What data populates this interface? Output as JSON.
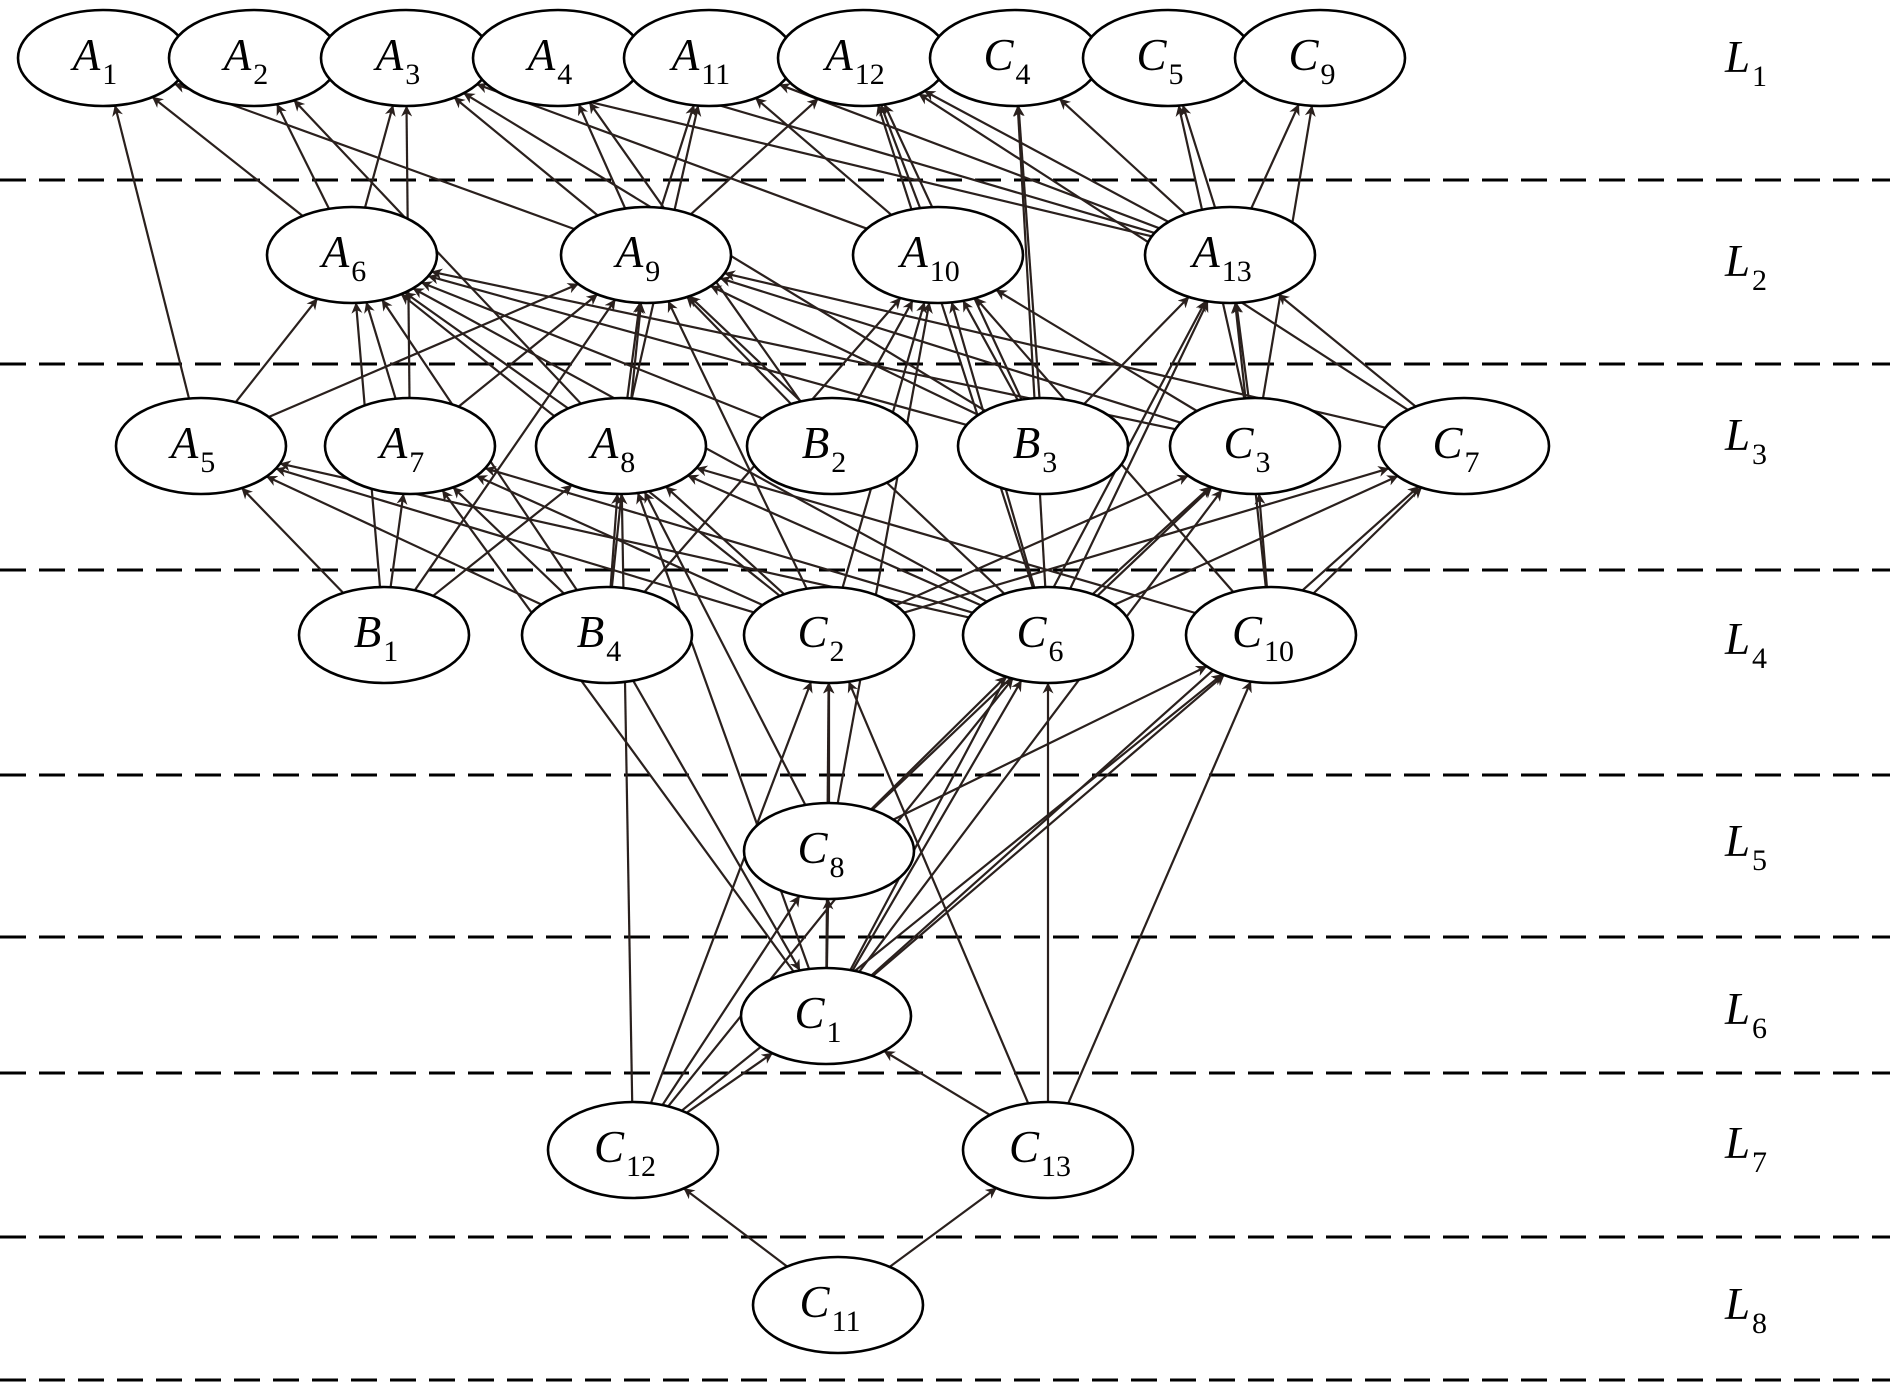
{
  "levels": [
    {
      "main": "L",
      "sub": "1"
    },
    {
      "main": "L",
      "sub": "2"
    },
    {
      "main": "L",
      "sub": "3"
    },
    {
      "main": "L",
      "sub": "4"
    },
    {
      "main": "L",
      "sub": "5"
    },
    {
      "main": "L",
      "sub": "6"
    },
    {
      "main": "L",
      "sub": "7"
    },
    {
      "main": "L",
      "sub": "8"
    }
  ],
  "nodes": [
    {
      "id": "A1",
      "main": "A",
      "sub": "1",
      "level": 1
    },
    {
      "id": "A2",
      "main": "A",
      "sub": "2",
      "level": 1
    },
    {
      "id": "A3",
      "main": "A",
      "sub": "3",
      "level": 1
    },
    {
      "id": "A4",
      "main": "A",
      "sub": "4",
      "level": 1
    },
    {
      "id": "A11",
      "main": "A",
      "sub": "11",
      "level": 1
    },
    {
      "id": "A12",
      "main": "A",
      "sub": "12",
      "level": 1
    },
    {
      "id": "C4",
      "main": "C",
      "sub": "4",
      "level": 1
    },
    {
      "id": "C5",
      "main": "C",
      "sub": "5",
      "level": 1
    },
    {
      "id": "C9",
      "main": "C",
      "sub": "9",
      "level": 1
    },
    {
      "id": "A6",
      "main": "A",
      "sub": "6",
      "level": 2
    },
    {
      "id": "A9",
      "main": "A",
      "sub": "9",
      "level": 2
    },
    {
      "id": "A10",
      "main": "A",
      "sub": "10",
      "level": 2
    },
    {
      "id": "A13",
      "main": "A",
      "sub": "13",
      "level": 2
    },
    {
      "id": "A5",
      "main": "A",
      "sub": "5",
      "level": 3
    },
    {
      "id": "A7",
      "main": "A",
      "sub": "7",
      "level": 3
    },
    {
      "id": "A8",
      "main": "A",
      "sub": "8",
      "level": 3
    },
    {
      "id": "B2",
      "main": "B",
      "sub": "2",
      "level": 3
    },
    {
      "id": "B3",
      "main": "B",
      "sub": "3",
      "level": 3
    },
    {
      "id": "C3",
      "main": "C",
      "sub": "3",
      "level": 3
    },
    {
      "id": "C7",
      "main": "C",
      "sub": "7",
      "level": 3
    },
    {
      "id": "B1",
      "main": "B",
      "sub": "1",
      "level": 4
    },
    {
      "id": "B4",
      "main": "B",
      "sub": "4",
      "level": 4
    },
    {
      "id": "C2",
      "main": "C",
      "sub": "2",
      "level": 4
    },
    {
      "id": "C6",
      "main": "C",
      "sub": "6",
      "level": 4
    },
    {
      "id": "C10",
      "main": "C",
      "sub": "10",
      "level": 4
    },
    {
      "id": "C8",
      "main": "C",
      "sub": "8",
      "level": 5
    },
    {
      "id": "C1",
      "main": "C",
      "sub": "1",
      "level": 6
    },
    {
      "id": "C12",
      "main": "C",
      "sub": "12",
      "level": 7
    },
    {
      "id": "C13",
      "main": "C",
      "sub": "13",
      "level": 7
    },
    {
      "id": "C11",
      "main": "C",
      "sub": "11",
      "level": 8
    }
  ],
  "edges": [
    [
      "C11",
      "C12"
    ],
    [
      "C11",
      "C13"
    ],
    [
      "C12",
      "C1"
    ],
    [
      "C12",
      "C8"
    ],
    [
      "C12",
      "C2"
    ],
    [
      "C12",
      "C6"
    ],
    [
      "C12",
      "C10"
    ],
    [
      "C12",
      "A8"
    ],
    [
      "C13",
      "C1"
    ],
    [
      "C13",
      "C6"
    ],
    [
      "C13",
      "C10"
    ],
    [
      "C13",
      "C2"
    ],
    [
      "C1",
      "C8"
    ],
    [
      "C1",
      "C6"
    ],
    [
      "C1",
      "C10"
    ],
    [
      "C1",
      "C2"
    ],
    [
      "C1",
      "A8"
    ],
    [
      "C1",
      "A7"
    ],
    [
      "C1",
      "C3"
    ],
    [
      "C1",
      "C7"
    ],
    [
      "C1",
      "A13"
    ],
    [
      "C8",
      "C2"
    ],
    [
      "C8",
      "C6"
    ],
    [
      "C8",
      "C10"
    ],
    [
      "C8",
      "A8"
    ],
    [
      "C8",
      "A10"
    ],
    [
      "C8",
      "C3"
    ],
    [
      "B1",
      "A5"
    ],
    [
      "B1",
      "A7"
    ],
    [
      "B1",
      "A8"
    ],
    [
      "B1",
      "A9"
    ],
    [
      "B1",
      "A6"
    ],
    [
      "B4",
      "A7"
    ],
    [
      "B4",
      "A5"
    ],
    [
      "B4",
      "A8"
    ],
    [
      "B4",
      "A9"
    ],
    [
      "B4",
      "A6"
    ],
    [
      "B4",
      "A10"
    ],
    [
      "B4",
      "C1"
    ],
    [
      "C2",
      "A7"
    ],
    [
      "C2",
      "A8"
    ],
    [
      "C2",
      "A5"
    ],
    [
      "C2",
      "C3"
    ],
    [
      "C2",
      "C7"
    ],
    [
      "C2",
      "A6"
    ],
    [
      "C2",
      "A10"
    ],
    [
      "C2",
      "A9"
    ],
    [
      "C6",
      "A8"
    ],
    [
      "C6",
      "A7"
    ],
    [
      "C6",
      "A5"
    ],
    [
      "C6",
      "C3"
    ],
    [
      "C6",
      "C7"
    ],
    [
      "C6",
      "A13"
    ],
    [
      "C6",
      "A10"
    ],
    [
      "C6",
      "A6"
    ],
    [
      "C6",
      "A9"
    ],
    [
      "C6",
      "C4"
    ],
    [
      "C6",
      "A12"
    ],
    [
      "C10",
      "C3"
    ],
    [
      "C10",
      "C7"
    ],
    [
      "C10",
      "A8"
    ],
    [
      "C10",
      "A13"
    ],
    [
      "C10",
      "A10"
    ],
    [
      "A5",
      "A1"
    ],
    [
      "A5",
      "A6"
    ],
    [
      "A5",
      "A9"
    ],
    [
      "A7",
      "A6"
    ],
    [
      "A7",
      "A9"
    ],
    [
      "A7",
      "A3"
    ],
    [
      "A8",
      "A6"
    ],
    [
      "A8",
      "A9"
    ],
    [
      "A8",
      "A11"
    ],
    [
      "A8",
      "A2"
    ],
    [
      "B2",
      "A10"
    ],
    [
      "B2",
      "A6"
    ],
    [
      "B2",
      "A9"
    ],
    [
      "B2",
      "A4"
    ],
    [
      "B3",
      "A10"
    ],
    [
      "B3",
      "A6"
    ],
    [
      "B3",
      "A9"
    ],
    [
      "B3",
      "A12"
    ],
    [
      "B3",
      "C4"
    ],
    [
      "B3",
      "A13"
    ],
    [
      "B3",
      "A3"
    ],
    [
      "C3",
      "A13"
    ],
    [
      "C3",
      "A10"
    ],
    [
      "C3",
      "A9"
    ],
    [
      "C3",
      "C5"
    ],
    [
      "C3",
      "C9"
    ],
    [
      "C3",
      "A6"
    ],
    [
      "C7",
      "A13"
    ],
    [
      "C7",
      "A9"
    ],
    [
      "C7",
      "A12"
    ],
    [
      "A6",
      "A1"
    ],
    [
      "A6",
      "A2"
    ],
    [
      "A6",
      "A3"
    ],
    [
      "A9",
      "A1"
    ],
    [
      "A9",
      "A3"
    ],
    [
      "A9",
      "A4"
    ],
    [
      "A9",
      "A12"
    ],
    [
      "A9",
      "A11"
    ],
    [
      "A10",
      "A12"
    ],
    [
      "A10",
      "A11"
    ],
    [
      "A10",
      "A3"
    ],
    [
      "A13",
      "C4"
    ],
    [
      "A13",
      "C5"
    ],
    [
      "A13",
      "C9"
    ],
    [
      "A13",
      "A3"
    ],
    [
      "A13",
      "A4"
    ],
    [
      "A13",
      "A12"
    ],
    [
      "A13",
      "A11"
    ]
  ]
}
